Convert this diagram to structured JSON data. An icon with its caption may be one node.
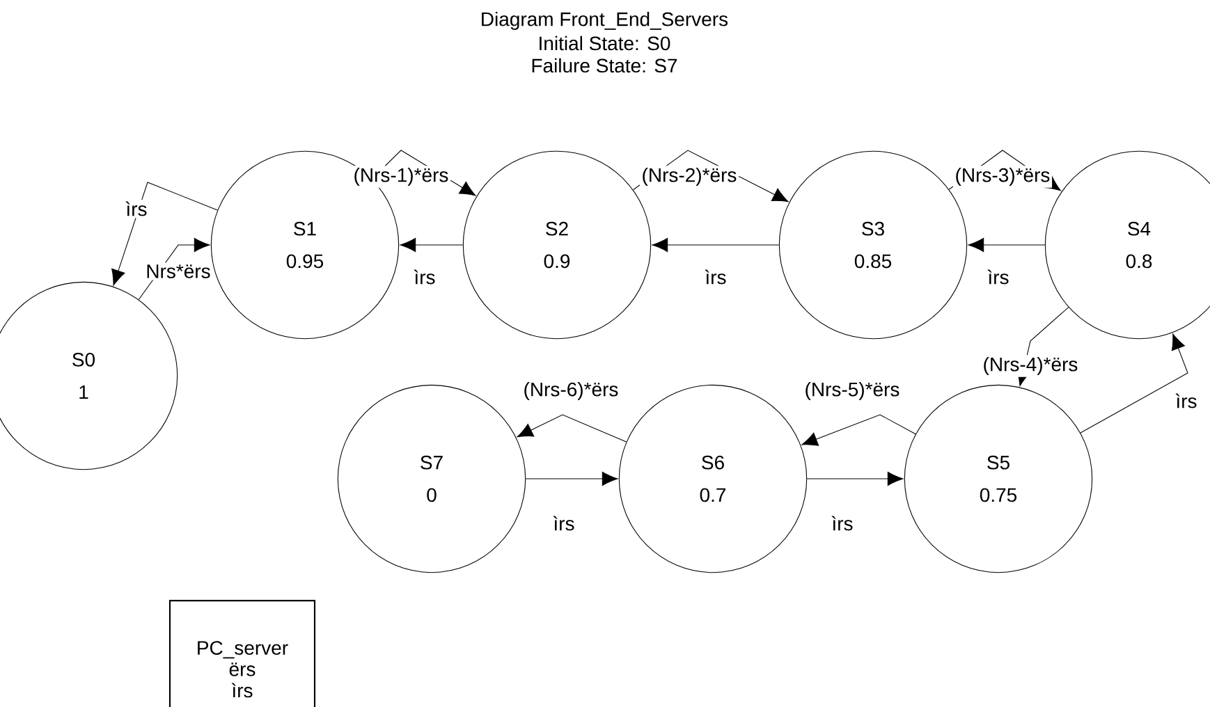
{
  "diagram": {
    "title": "Diagram Front_End_Servers",
    "nodes": [
      {
        "text": [
          "S0",
          "1"
        ]
      },
      {
        "text": [
          "S1",
          "0.95"
        ]
      },
      {
        "text": [
          "S2",
          "0.9"
        ]
      },
      {
        "text": [
          "S3",
          "0.85"
        ]
      },
      {
        "text": [
          "S4",
          "0.8"
        ]
      },
      {
        "text": [
          "S5",
          "0.75"
        ]
      },
      {
        "text": [
          "S6",
          "0.7"
        ]
      },
      {
        "text": [
          "S7",
          "0"
        ]
      },
      {
        "text": [
          "PC_server",
          "ërs",
          "ìrs"
        ]
      }
    ],
    "edges": [
      {
        "from": 0,
        "to": 1,
        "arrow": "to",
        "label": "Nrs*ërs"
      },
      {
        "from": 1,
        "to": 0,
        "arrow": "to",
        "label": "ìrs"
      },
      {
        "from": 1,
        "to": 2,
        "arrow": "to",
        "label": "(Nrs-1)*ërs"
      },
      {
        "from": 2,
        "to": 1,
        "arrow": "to",
        "label": "ìrs"
      },
      {
        "from": 2,
        "to": 3,
        "arrow": "to",
        "label": "(Nrs-2)*ërs"
      },
      {
        "from": 3,
        "to": 2,
        "arrow": "to",
        "label": "ìrs"
      },
      {
        "from": 3,
        "to": 4,
        "arrow": "to",
        "label": "(Nrs-3)*ërs"
      },
      {
        "from": 4,
        "to": 3,
        "arrow": "to",
        "label": "ìrs"
      },
      {
        "from": 4,
        "to": 5,
        "arrow": "to",
        "label": "(Nrs-4)*ërs"
      },
      {
        "from": 5,
        "to": 4,
        "arrow": "to",
        "label": "ìrs"
      },
      {
        "from": 5,
        "to": 6,
        "arrow": "to",
        "label": "(Nrs-5)*ërs"
      },
      {
        "from": 6,
        "to": 5,
        "arrow": "to",
        "label": "ìrs"
      },
      {
        "from": 6,
        "to": 7,
        "arrow": "to",
        "label": "(Nrs-6)*ërs"
      },
      {
        "from": 7,
        "to": 6,
        "arrow": "to",
        "label": "ìrs"
      }
    ],
    "labels": [
      "Initial State: S0",
      "Failure State: S7"
    ]
  }
}
